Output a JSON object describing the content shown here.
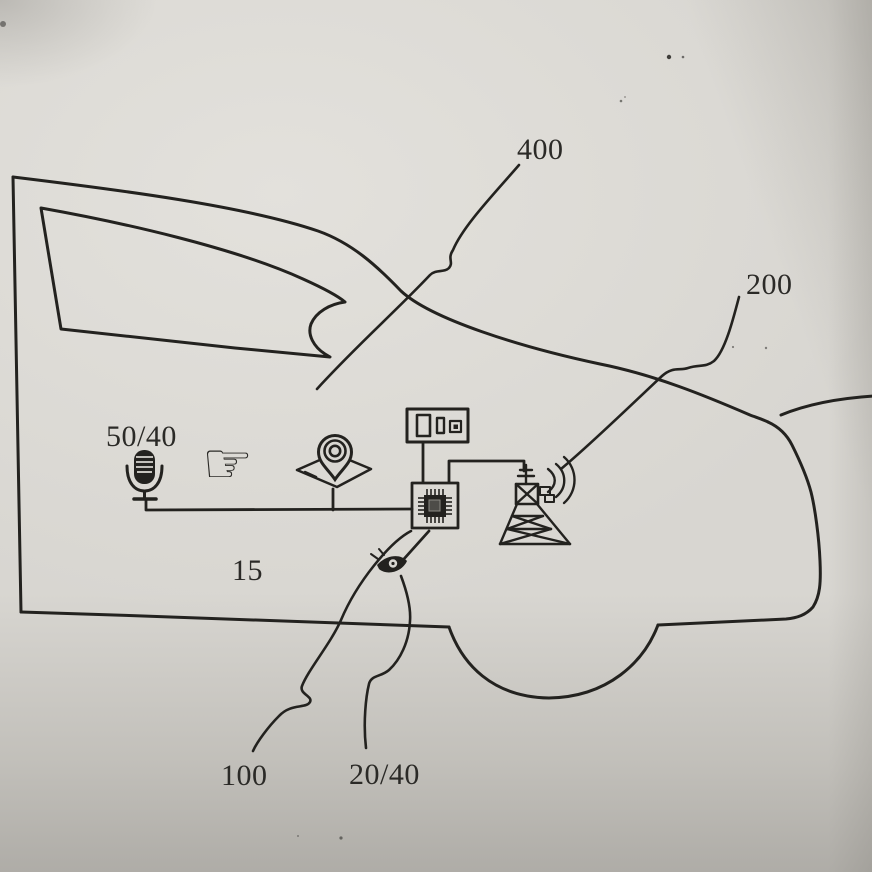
{
  "figure": {
    "type": "patent-vehicle-diagram",
    "labels": {
      "ref400": "400",
      "ref200": "200",
      "ref50_40": "50/40",
      "ref15": "15",
      "ref100": "100",
      "ref20_40": "20/40"
    },
    "icons": {
      "hand_glyph": "☞",
      "names": [
        "microphone-icon",
        "hand-pointer-icon",
        "map-pin-icon",
        "display-icon",
        "cpu-icon",
        "antenna-tower-icon",
        "eye-icon"
      ]
    },
    "colors": {
      "paper": "#d8d6d1",
      "ink": "#23221f"
    }
  }
}
